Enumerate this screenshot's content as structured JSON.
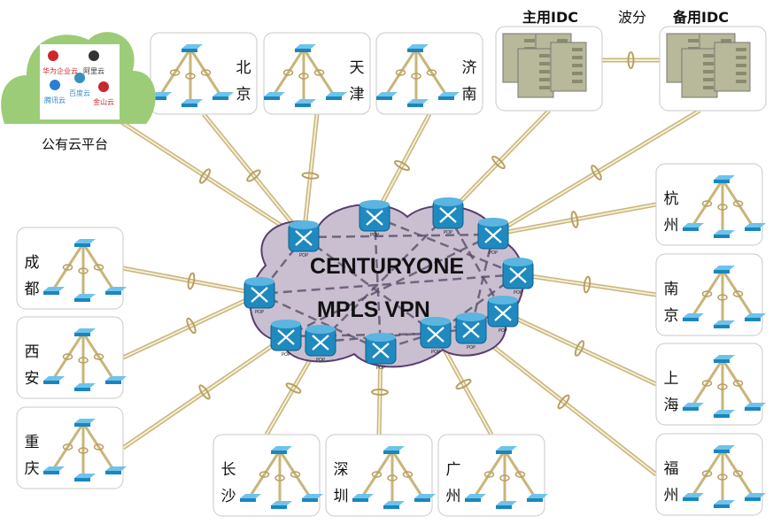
{
  "core": {
    "line1": "CENTURYONE",
    "line2": "MPLS VPN",
    "pop_label": "POP"
  },
  "public_cloud": {
    "label": "公有云平台",
    "providers": [
      "华为企业云",
      "阿里云",
      "腾讯云",
      "百度云",
      "金山云"
    ]
  },
  "idc": {
    "primary": "主用IDC",
    "backup": "备用IDC",
    "link_label": "波分"
  },
  "cities": [
    "北京",
    "天津",
    "济南",
    "杭州",
    "南京",
    "上海",
    "福州",
    "成都",
    "西安",
    "重庆",
    "长沙",
    "深圳",
    "广州"
  ],
  "colors": {
    "cloud": "#c9bfd0",
    "router": "#1f8ac0",
    "link": "#d9cb9c",
    "public_cloud": "#9ccc78"
  }
}
